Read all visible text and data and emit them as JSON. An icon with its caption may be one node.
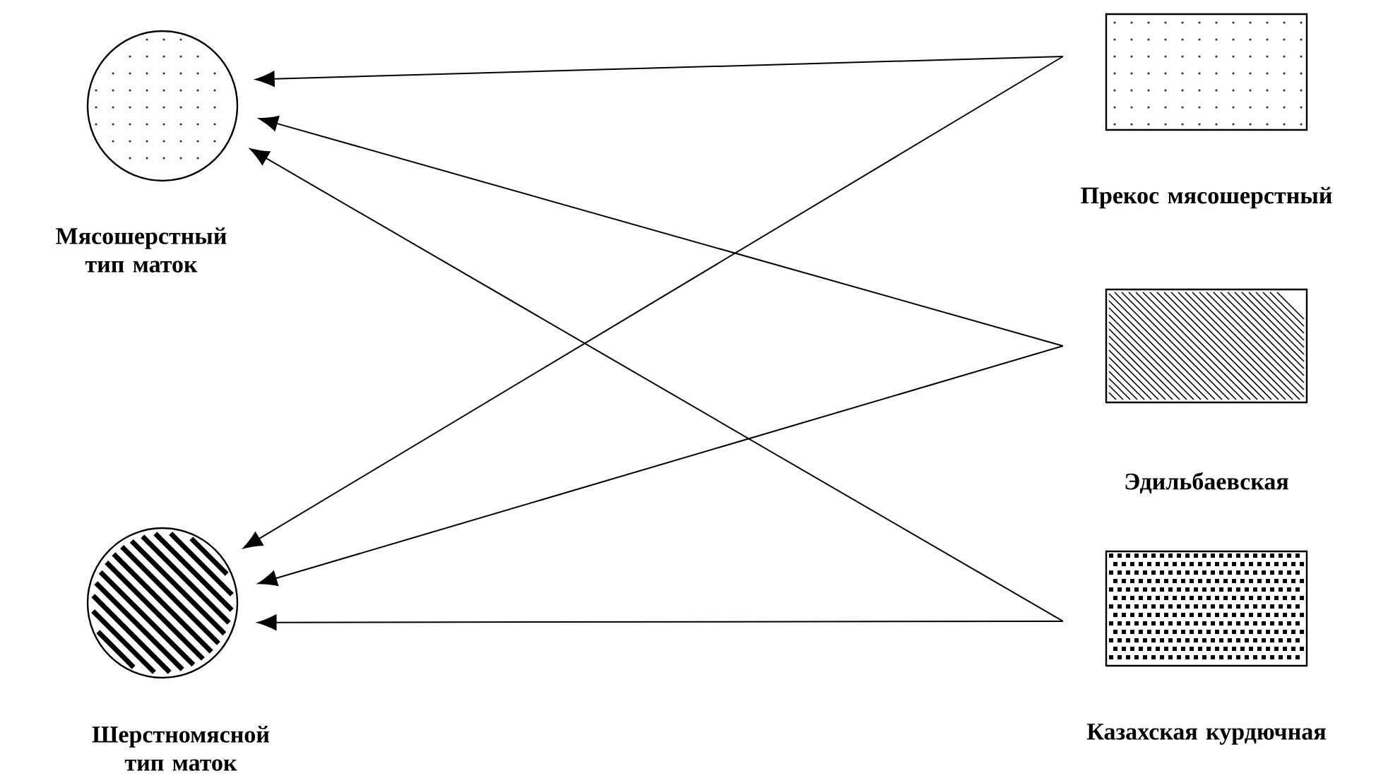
{
  "diagram": {
    "nodes": [
      {
        "text": [
          "Мясошерстный тип маток"
        ]
      },
      {
        "text": [
          "Прекос мясошерстный"
        ]
      },
      {
        "text": [
          "Эдильбаевская"
        ]
      },
      {
        "text": [
          "Шерстномясной тип маток"
        ]
      },
      {
        "text": [
          "Казахская курдючная"
        ]
      }
    ],
    "edges": [
      {
        "from": 1,
        "to": 0,
        "arrow": "to"
      },
      {
        "from": 1,
        "to": 3,
        "arrow": "to"
      },
      {
        "from": 2,
        "to": 0,
        "arrow": "to"
      },
      {
        "from": 2,
        "to": 3,
        "arrow": "to"
      },
      {
        "from": 4,
        "to": 0,
        "arrow": "to"
      },
      {
        "from": 4,
        "to": 3,
        "arrow": "to"
      }
    ]
  }
}
